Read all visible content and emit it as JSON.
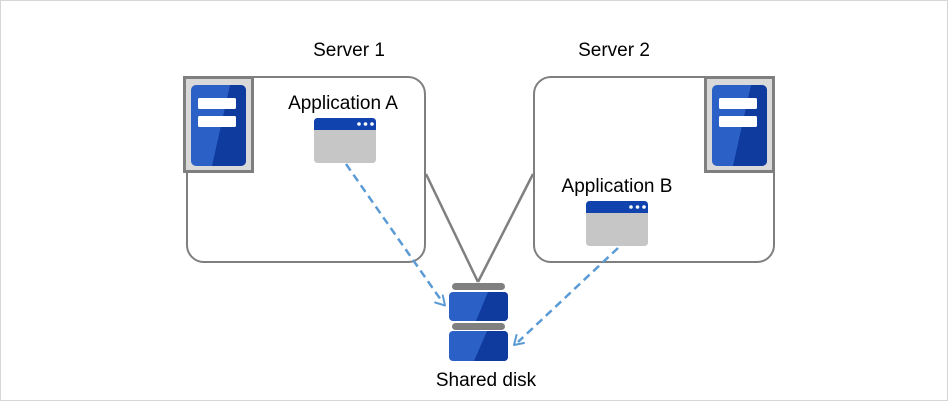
{
  "diagram": {
    "type": "cluster-architecture",
    "nodes": {
      "server1": {
        "label": "Server 1"
      },
      "server2": {
        "label": "Server 2"
      },
      "application_a": {
        "label": "Application A"
      },
      "application_b": {
        "label": "Application B"
      },
      "shared_disk": {
        "label": "Shared disk"
      }
    },
    "edges": [
      {
        "from": "server1",
        "to": "shared_disk",
        "style": "solid",
        "color": "#7F7F7F",
        "arrow": false
      },
      {
        "from": "server2",
        "to": "shared_disk",
        "style": "solid",
        "color": "#7F7F7F",
        "arrow": false
      },
      {
        "from": "application_a",
        "to": "shared_disk",
        "style": "dashed",
        "color": "#5B9BD5",
        "arrow": true
      },
      {
        "from": "application_b",
        "to": "shared_disk",
        "style": "dashed",
        "color": "#5B9BD5",
        "arrow": true
      }
    ],
    "icons": {
      "server": "tower-server-icon",
      "application": "app-window-icon",
      "shared_disk": "disk-stack-icon"
    },
    "colors": {
      "box_border_gray": "#7F7F7F",
      "connector_gray": "#7F7F7F",
      "arrow_blue": "#5B9BD5",
      "icon_bg_gray": "#D9D9D9",
      "icon_blue": "#2B60C6",
      "icon_blue_dark": "#0F3A9E",
      "titlebar_blue": "#1143AE",
      "window_gray": "#C6C6C6",
      "disk_cap_gray": "#808080",
      "frame_border_gray": "#D6D6D6",
      "text_black": "#000000"
    }
  }
}
